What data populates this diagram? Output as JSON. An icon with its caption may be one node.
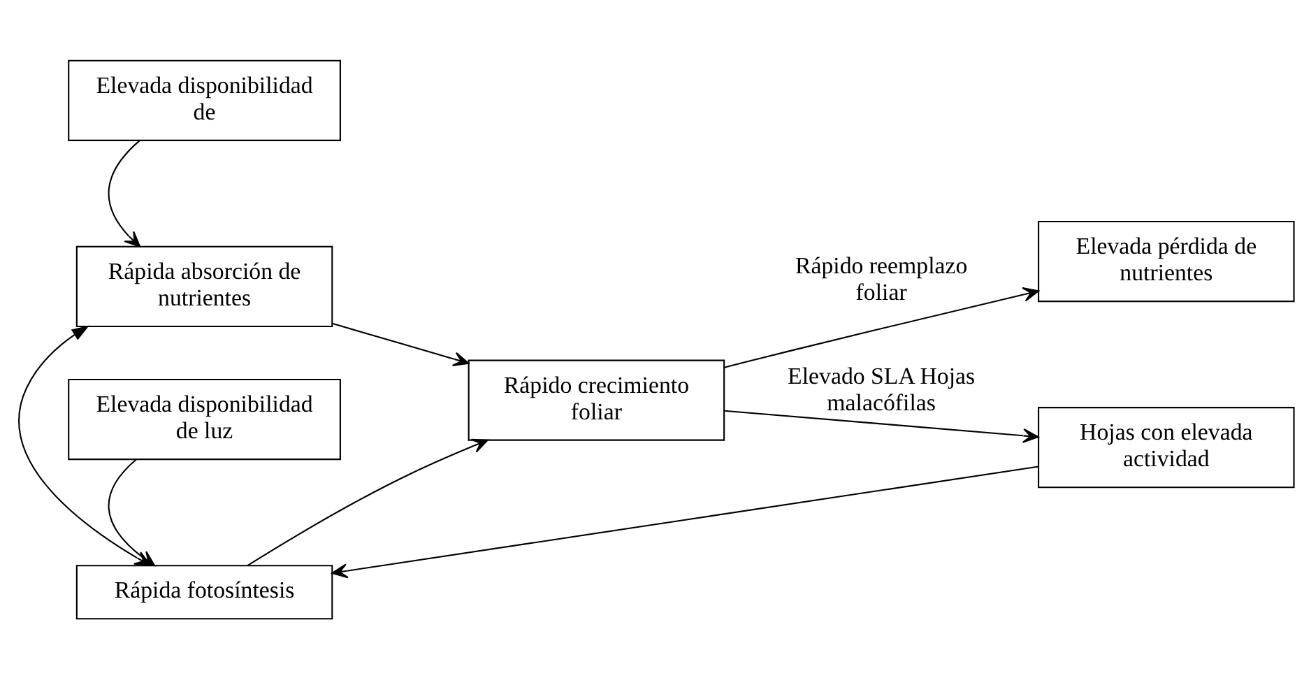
{
  "diagram": {
    "nodes": [
      {
        "text": [
          "Elevada disponibilidad de"
        ]
      },
      {
        "text": [
          "Rápida absorción de nutrientes"
        ]
      },
      {
        "text": [
          "Rápida fotosíntesis"
        ]
      },
      {
        "text": [
          "Elevada disponibilidad de luz"
        ]
      },
      {
        "text": [
          "Rápido crecimiento foliar"
        ]
      },
      {
        "text": [
          "Elevada pérdida de nutrientes"
        ]
      },
      {
        "text": [
          "Hojas con elevada actividad"
        ]
      }
    ],
    "edges": [
      {
        "from": 0,
        "to": 1,
        "arrow": "to"
      },
      {
        "from": 1,
        "to": 2,
        "arrow": "both"
      },
      {
        "from": 3,
        "to": 2,
        "arrow": "to"
      },
      {
        "from": 1,
        "to": 4,
        "arrow": "to"
      },
      {
        "from": 2,
        "to": 4,
        "arrow": "to"
      },
      {
        "from": 4,
        "to": 5,
        "arrow": "to",
        "label": "Rápido reemplazo foliar"
      },
      {
        "from": 4,
        "to": 6,
        "arrow": "to",
        "label": "Elevado SLA Hojas malacófilas"
      },
      {
        "from": 6,
        "to": 2,
        "arrow": "to"
      }
    ]
  }
}
